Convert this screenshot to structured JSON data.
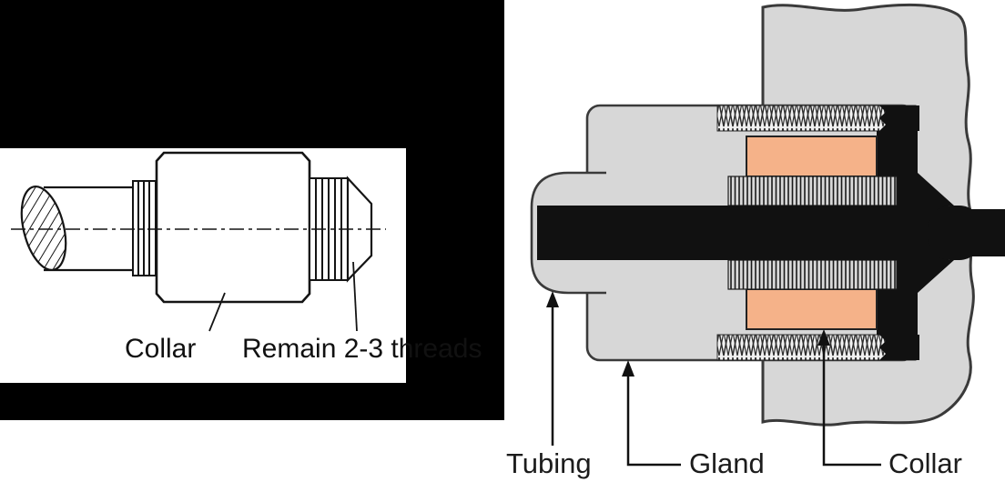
{
  "left_panel": {
    "collar_label": "Collar",
    "remain_label": "Remain 2-3 threads"
  },
  "right_panel": {
    "tubing_label": "Tubing",
    "gland_label": "Gland",
    "collar_label": "Collar"
  },
  "colors": {
    "panel-black": "#000000",
    "paper-white": "#ffffff",
    "metal-gray": "#d7d7d7",
    "collar-orange": "#f5b289",
    "ink-black": "#111111",
    "outline-dark": "#3a3a3a",
    "thread-bg": "#f1f1f1",
    "hatch-bg": "#d9d9d9"
  }
}
